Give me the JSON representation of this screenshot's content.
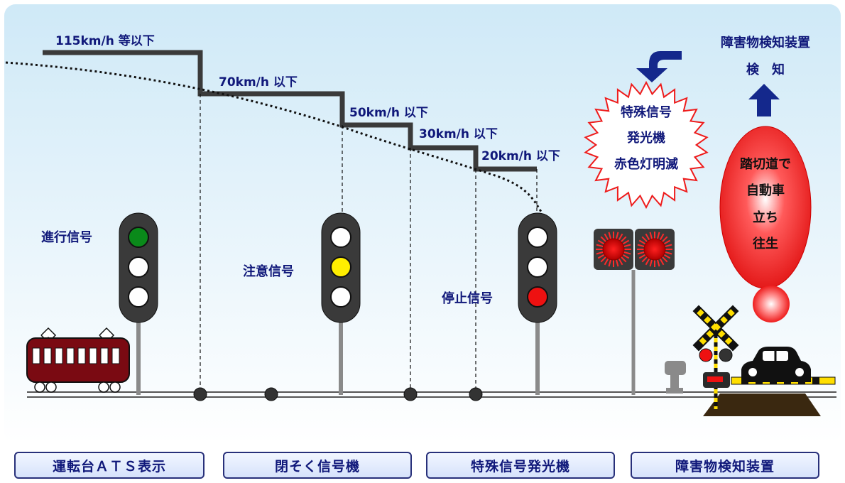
{
  "speed_profile": [
    {
      "label": "115km/h 等以下"
    },
    {
      "label": "70km/h 以下"
    },
    {
      "label": "50km/h 以下"
    },
    {
      "label": "30km/h 以下"
    },
    {
      "label": "20km/h 以下"
    }
  ],
  "signals": {
    "proceed": {
      "label": "進行信号",
      "lit_color": "#0a8a1a"
    },
    "caution": {
      "label": "注意信号",
      "lit_color": "#ffee00"
    },
    "stop": {
      "label": "停止信号",
      "lit_color": "#ee1111"
    }
  },
  "special_signal": {
    "line1": "特殊信号",
    "line2": "発光機",
    "line3": "赤色灯明滅"
  },
  "obstacle": {
    "detector_line1": "障害物検知装置",
    "detector_line2": "検　知",
    "balloon_line1": "踏切道で",
    "balloon_line2": "自動車",
    "balloon_line3": "立ち",
    "balloon_line4": "往生"
  },
  "bottom_buttons": [
    {
      "label": "運転台ＡＴＳ表示"
    },
    {
      "label": "閉そく信号機"
    },
    {
      "label": "特殊信号発光機"
    },
    {
      "label": "障害物検知装置"
    }
  ],
  "colors": {
    "text": "#10187a",
    "step_line": "#3a3a3a",
    "balloon": "#ee1c1c",
    "arrow": "#14288c"
  }
}
